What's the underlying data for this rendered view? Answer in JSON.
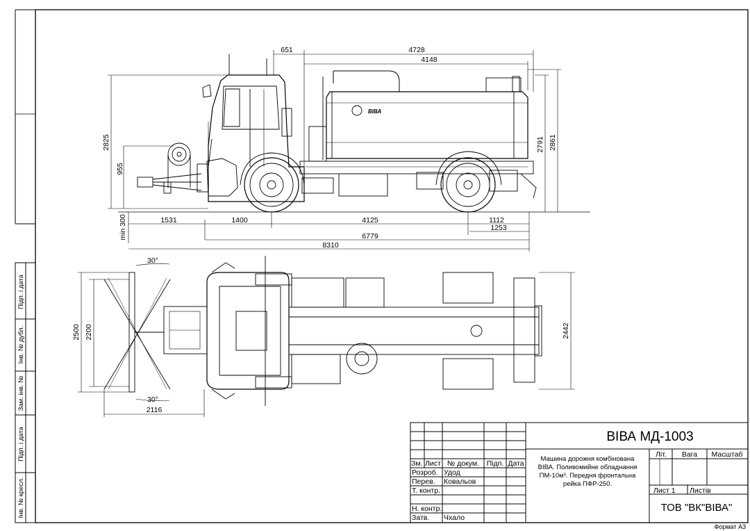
{
  "drawing": {
    "title": "ВІВА МД-1003",
    "description_lines": [
      "Машина дорожня комбінована",
      "ВІВА. Поливомийне обладнання",
      "ПМ-10м³. Передня фронтальна",
      "рейка ПФР-250."
    ],
    "company": "ТОВ \"ВК\"ВІВА\"",
    "format": "Формат А3"
  },
  "title_block": {
    "headers": {
      "change": "Зм.",
      "sheet": "Лист",
      "doc_no": "№ докум.",
      "signature": "Підп.",
      "date": "Дата"
    },
    "rows": [
      {
        "role": "Розроб.",
        "name": "Удод"
      },
      {
        "role": "Перев.",
        "name": "Ковальов"
      },
      {
        "role": "Т. контр.",
        "name": ""
      },
      {
        "role": "",
        "name": ""
      },
      {
        "role": "Н. контр.",
        "name": ""
      },
      {
        "role": "Затв.",
        "name": "Чхало"
      }
    ],
    "lit": "Літ.",
    "mass": "Вага",
    "scale": "Масштаб",
    "sheet": "Лист 1",
    "sheets": "Листів"
  },
  "side_strip": {
    "labels": [
      "Підп. і дата",
      "Інв. № дубл.",
      "Зам. інв. №",
      "Підп. і дата",
      "Інв. № кресл."
    ]
  },
  "dimensions": {
    "side_view": {
      "d651": "651",
      "d4728": "4728",
      "d4148": "4148",
      "d2825": "2825",
      "d955": "955",
      "min300": "min 300",
      "d2791": "2791",
      "d2861": "2861",
      "d1531": "1531",
      "d1400": "1400",
      "d4125": "4125",
      "d1112": "1112",
      "d1253": "1253",
      "d6779": "6779",
      "d8310": "8310"
    },
    "top_view": {
      "a30_top": "30°",
      "a30_bottom": "30°",
      "d2500": "2500",
      "d2200": "2200",
      "d2116": "2116",
      "d2442": "2442"
    }
  },
  "logo": {
    "text": "ВІВА"
  }
}
